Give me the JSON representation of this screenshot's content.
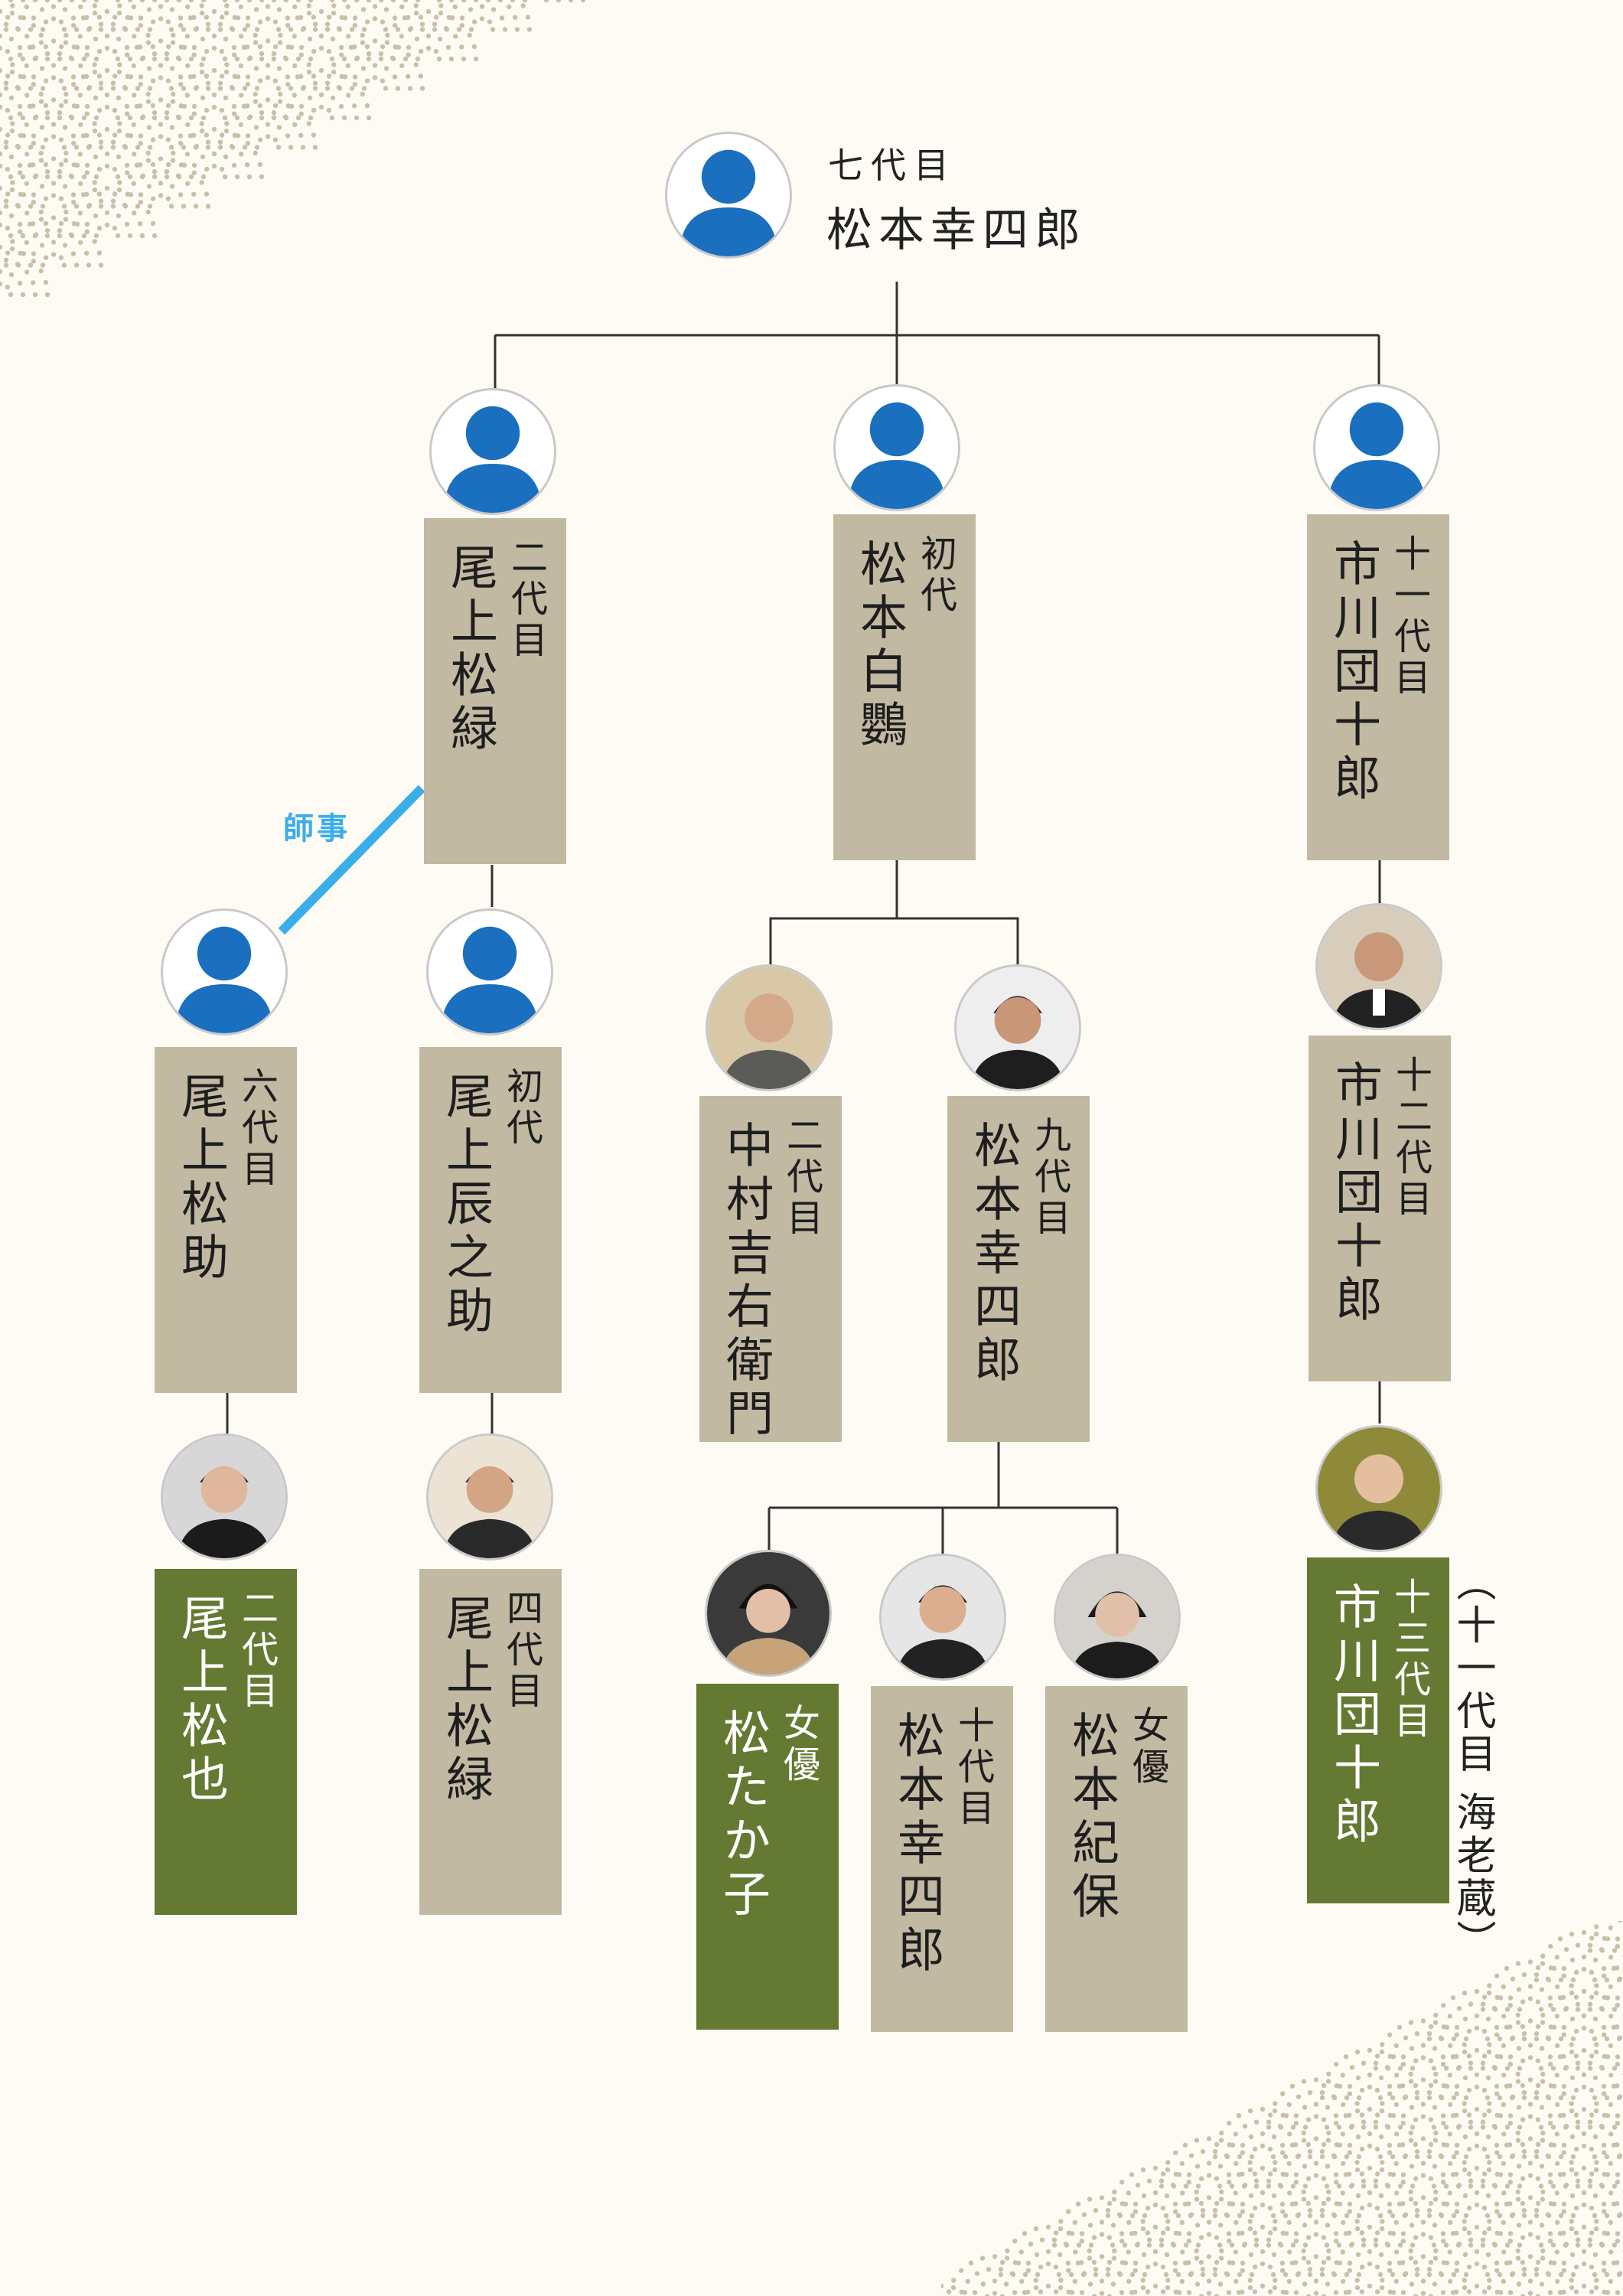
{
  "root": {
    "title": "七代目",
    "name": "松本幸四郎"
  },
  "gen2": {
    "left": {
      "title": "二代目",
      "name": "尾上松緑"
    },
    "center": {
      "title": "初代",
      "name": "松本白鸚"
    },
    "right": {
      "title": "十一代目",
      "name": "市川団十郎"
    }
  },
  "gen3": {
    "shosuke": {
      "title": "六代目",
      "name": "尾上松助"
    },
    "tatsunosuke": {
      "title": "初代",
      "name": "尾上辰之助"
    },
    "kichiemon": {
      "title": "二代目",
      "name": "中村吉右衛門"
    },
    "koshiro9": {
      "title": "九代目",
      "name": "松本幸四郎"
    },
    "danjuro12": {
      "title": "十二代目",
      "name": "市川団十郎"
    }
  },
  "gen4": {
    "shoya": {
      "title": "二代目",
      "name": "尾上松也"
    },
    "shoroku4": {
      "title": "四代目",
      "name": "尾上松緑"
    },
    "takako": {
      "title": "女優",
      "name": "松たか子"
    },
    "koshiro10": {
      "title": "十代目",
      "name": "松本幸四郎"
    },
    "kiho": {
      "title": "女優",
      "name": "松本紀保"
    },
    "danjuro13": {
      "title": "十三代目",
      "name": "市川団十郎"
    }
  },
  "labels": {
    "shiji": "師事",
    "danjuro13_note": "（十一代目 海老蔵）"
  },
  "colors": {
    "card_tan": "#c2b9a3",
    "card_green": "#647a32",
    "avatar_blue": "#1a6fbf",
    "shiji_blue": "#3aaee8",
    "line": "#333333",
    "background": "#fdfbf4",
    "wave_dots": "#c9c0aa"
  },
  "icons": [
    "person-silhouette-icon",
    "photo-portrait-icon"
  ]
}
